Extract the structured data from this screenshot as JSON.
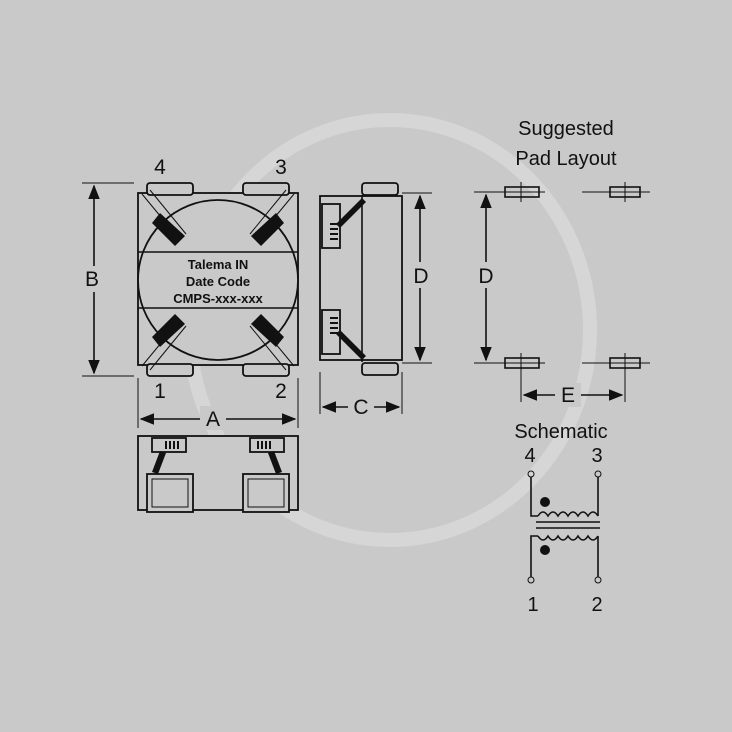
{
  "title": {
    "line1": "Suggested",
    "line2": "Pad Layout"
  },
  "schematic_title": "Schematic",
  "chip": {
    "line1": "Talema IN",
    "line2": "Date Code",
    "line3": "CMPS-xxx-xxx"
  },
  "pins": {
    "p1": "1",
    "p2": "2",
    "p3": "3",
    "p4": "4"
  },
  "dims": {
    "a": "A",
    "b": "B",
    "c": "C",
    "d": "D",
    "e": "E"
  },
  "colors": {
    "background": "#c9c9c9",
    "ink": "#111111"
  }
}
